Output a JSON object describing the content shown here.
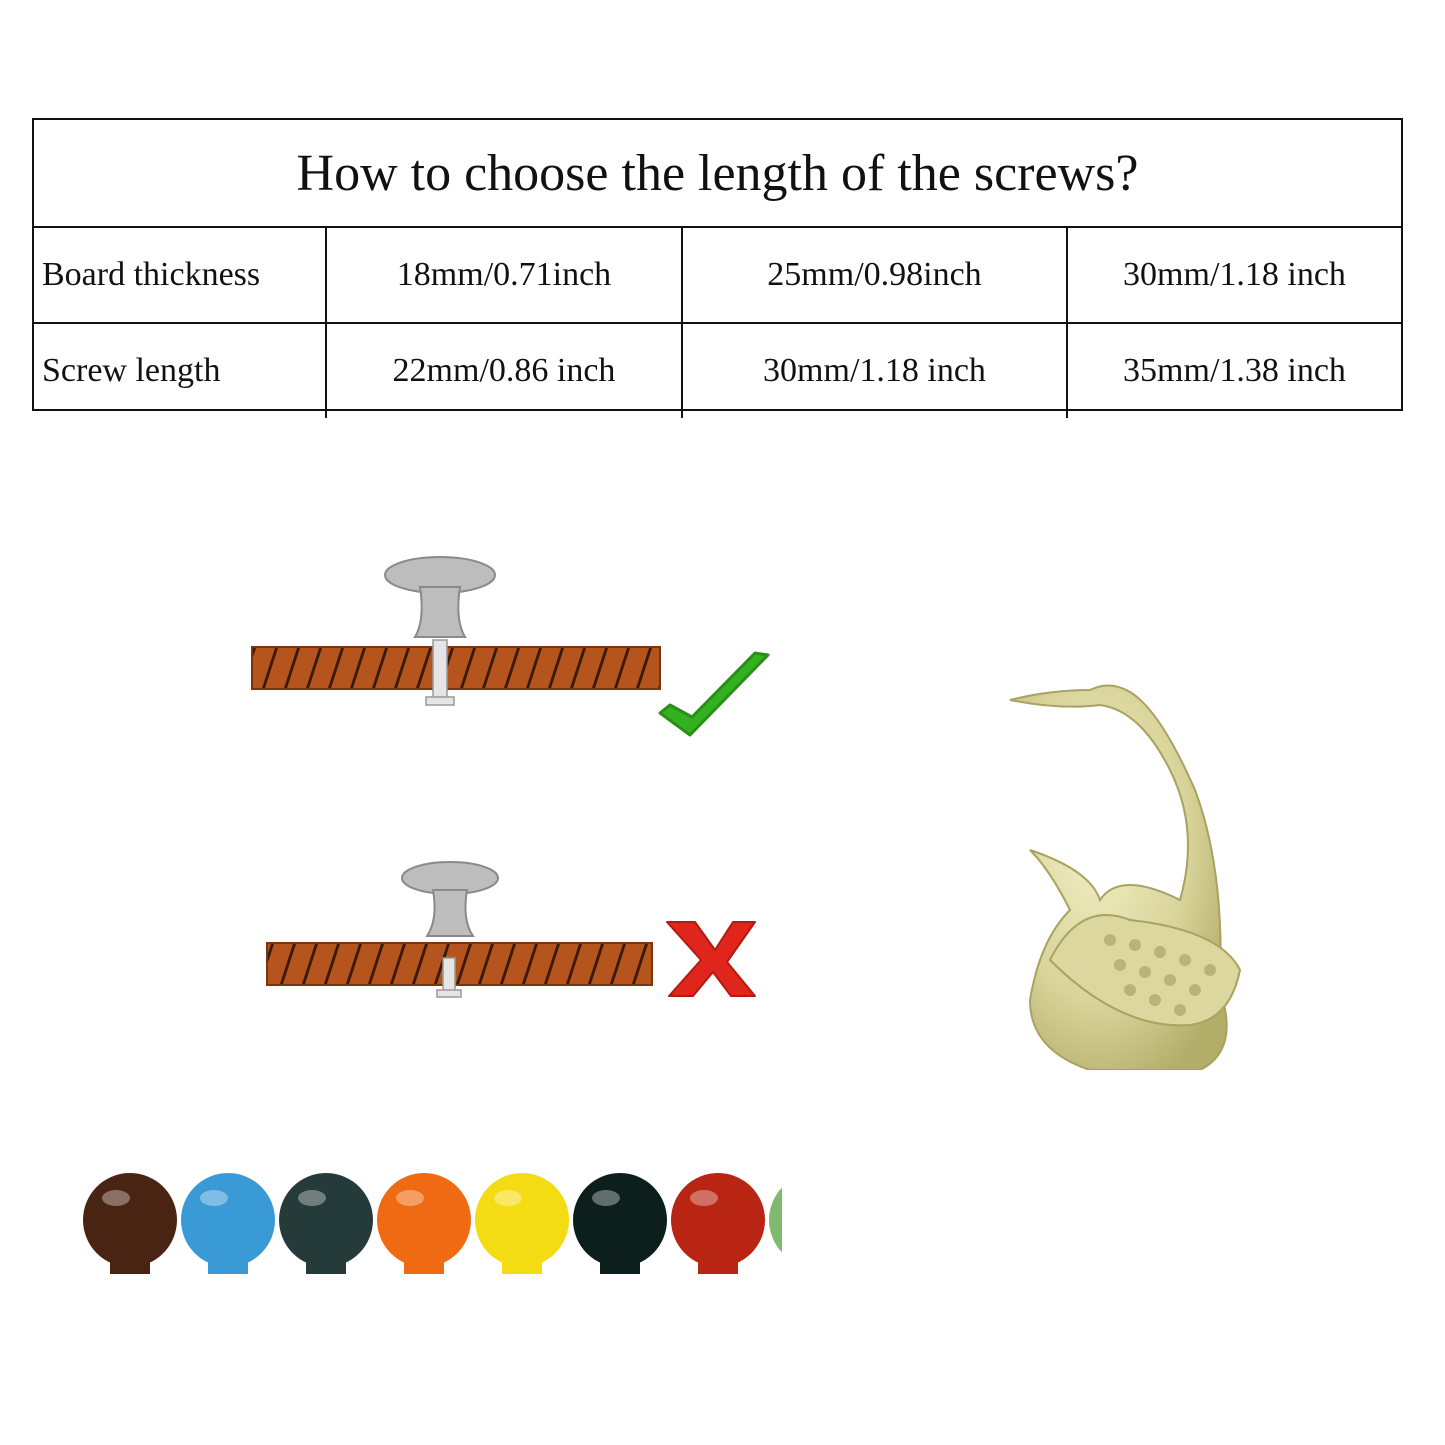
{
  "table": {
    "title": "How to choose the length of the screws?",
    "rows": [
      {
        "label": "Board thickness",
        "values": [
          "18mm/0.71inch",
          "25mm/0.98inch",
          "30mm/1.18 inch"
        ]
      },
      {
        "label": "Screw length",
        "values": [
          "22mm/0.86 inch",
          "30mm/1.18 inch",
          "35mm/1.38 inch"
        ]
      }
    ]
  },
  "illustrations": {
    "correct_mark": "check-icon",
    "wrong_mark": "x-icon"
  },
  "colors": {
    "board": "#b5541c",
    "knob_metal": "#b8b8b8",
    "check": "#33b21f",
    "cross": "#e0261c",
    "swan": "#d9d49a"
  },
  "knob_colors": [
    "#4a2412",
    "#3a9ad6",
    "#243b3a",
    "#ef6a12",
    "#f4dc14",
    "#0c1f1c",
    "#b82512",
    "#7fba6e"
  ]
}
